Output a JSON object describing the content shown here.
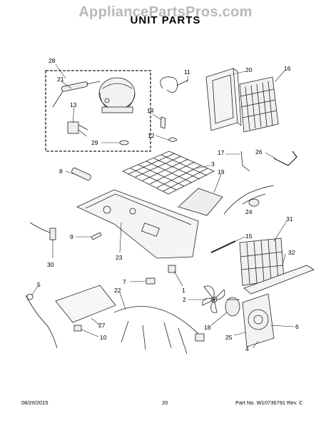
{
  "watermark": "AppliancePartsPros.com",
  "title": "UNIT PARTS",
  "footer": {
    "date": "08/20/2015",
    "page": "20",
    "part": "Part No. W10736791 Rev. C"
  },
  "callouts": [
    "28",
    "21",
    "13",
    "29",
    "11",
    "20",
    "16",
    "14",
    "12",
    "17",
    "26",
    "3",
    "19",
    "8",
    "24",
    "31",
    "9",
    "15",
    "23",
    "32",
    "30",
    "7",
    "1",
    "22",
    "5",
    "2",
    "18",
    "6",
    "27",
    "10",
    "25",
    "4"
  ]
}
